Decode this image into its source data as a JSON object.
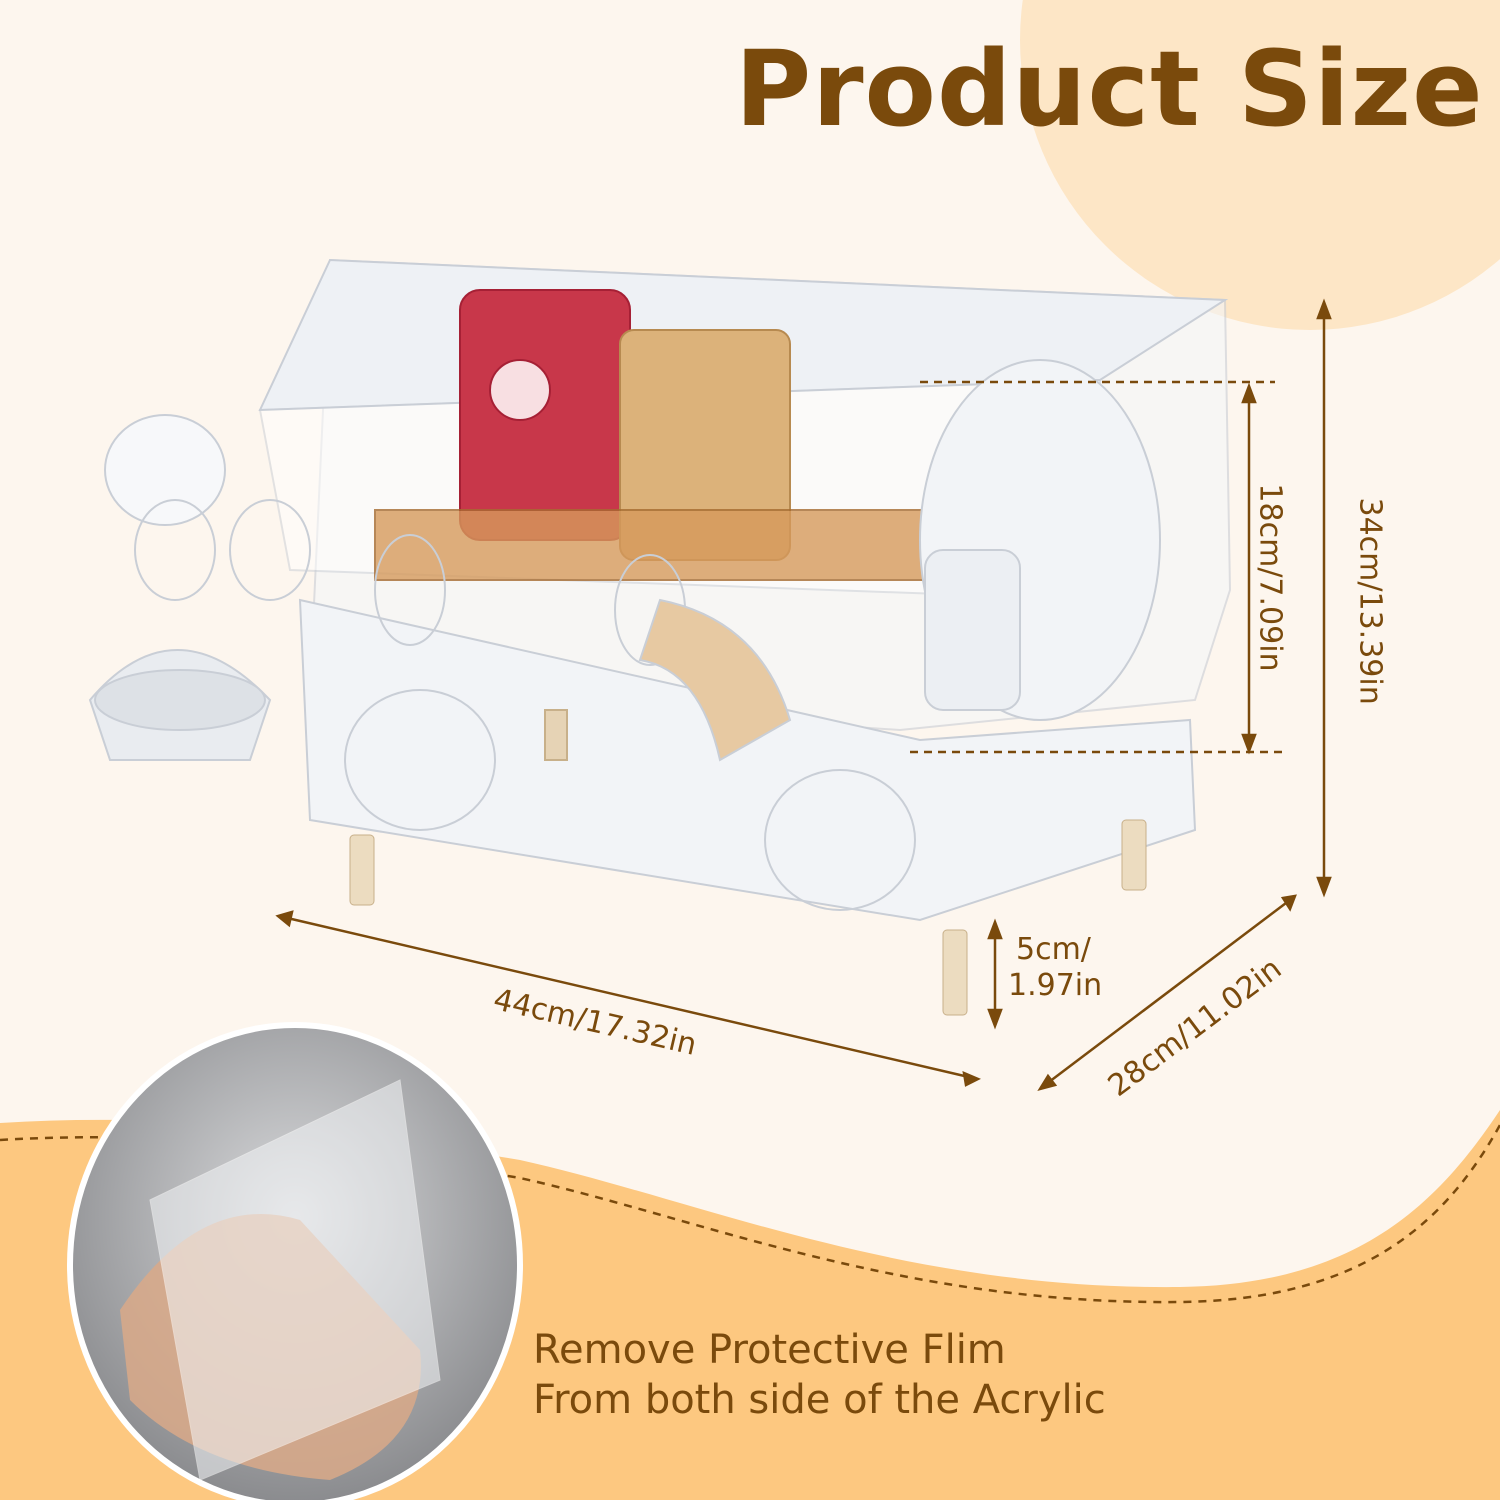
{
  "title": "Product Size",
  "dimensions": {
    "height_total": "34cm/13.39in",
    "height_inner": "18cm/7.09in",
    "width": "44cm/17.32in",
    "depth": "28cm/11.02in",
    "leg_height_line1": "5cm/",
    "leg_height_line2": "1.97in"
  },
  "note": {
    "line1": "Remove Protective Flim",
    "line2": "From both side of the Acrylic"
  },
  "colors": {
    "text": "#7a4a0c",
    "background": "#fdf6ee",
    "accent_orange": "#fdc880",
    "accent_peach": "#fde6c6"
  }
}
